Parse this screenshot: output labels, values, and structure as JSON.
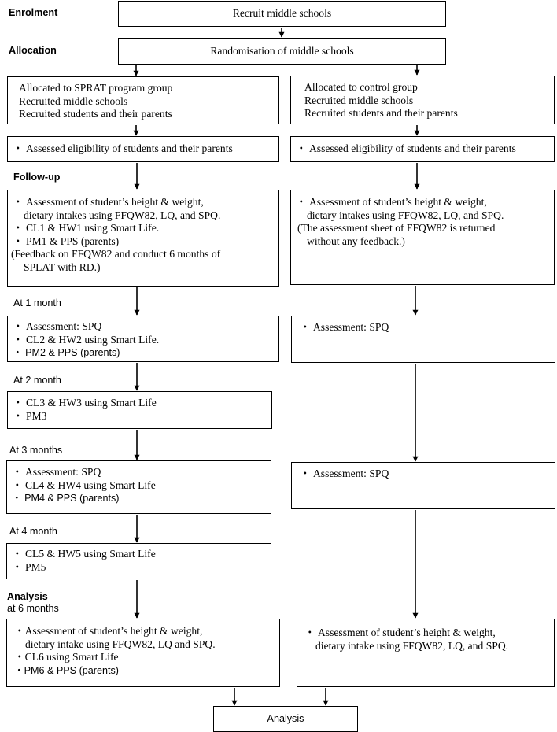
{
  "stages": {
    "enrolment": "Enrolment",
    "allocation": "Allocation",
    "follow_up": "Follow-up",
    "m1": "At 1 month",
    "m2": "At 2 month",
    "m3": "At 3 months",
    "m4": "At 4 month",
    "analysis": "Analysis",
    "m6": "at 6 months"
  },
  "boxes": {
    "recruit": "Recruit middle schools",
    "randomise": "Randomisation of middle schools",
    "sprat_alloc": [
      "Allocated to SPRAT program group",
      "Recruited middle schools",
      "Recruited students and their parents"
    ],
    "ctrl_alloc": [
      "Allocated to control group",
      "Recruited middle schools",
      "Recruited students and their parents"
    ],
    "eligibility_left": "・ Assessed eligibility of students and their parents",
    "eligibility_right": "・ Assessed eligibility of students and their parents",
    "fu_left": {
      "b1": "・ Assessment of student’s height & weight,",
      "b1c": "dietary intakes using FFQW82, LQ, and SPQ.",
      "b2": "・ CL1 & HW1 using Smart Life.",
      "b3": "・ PM1 & PPS (parents)",
      "note": "(Feedback on FFQW82 and conduct 6 months of",
      "notec": "SPLAT with RD.)"
    },
    "fu_right": {
      "b1": "・ Assessment of student’s height & weight,",
      "b1c": "dietary intakes using FFQW82, LQ, and SPQ.",
      "note": "(The assessment sheet of FFQW82 is returned",
      "notec": "without any feedback.)"
    },
    "m1_left": [
      "・ Assessment: SPQ",
      "・ CL2 & HW2 using Smart Life.",
      "・ PM2 & PPS (parents)"
    ],
    "m1_right": "・ Assessment: SPQ",
    "m2_left": [
      "・ CL3 & HW3 using Smart Life",
      "・ PM3"
    ],
    "m3_left": [
      "・ Assessment: SPQ",
      "・ CL4 & HW4 using Smart Life",
      "・ PM4 & PPS (parents)"
    ],
    "m3_right": "・ Assessment: SPQ",
    "m4_left": [
      "・ CL5 & HW5 using Smart Life",
      "・ PM5"
    ],
    "m6_left": {
      "b1": "・Assessment of student’s height & weight,",
      "b1c": "dietary intake using FFQW82, LQ and SPQ.",
      "b2": "・CL6 using Smart Life",
      "b3": "・PM6 & PPS (parents)"
    },
    "m6_right": {
      "b1": "・ Assessment of student’s height & weight,",
      "b1c": "dietary intake using FFQW82, LQ, and SPQ."
    },
    "final": "Analysis"
  }
}
